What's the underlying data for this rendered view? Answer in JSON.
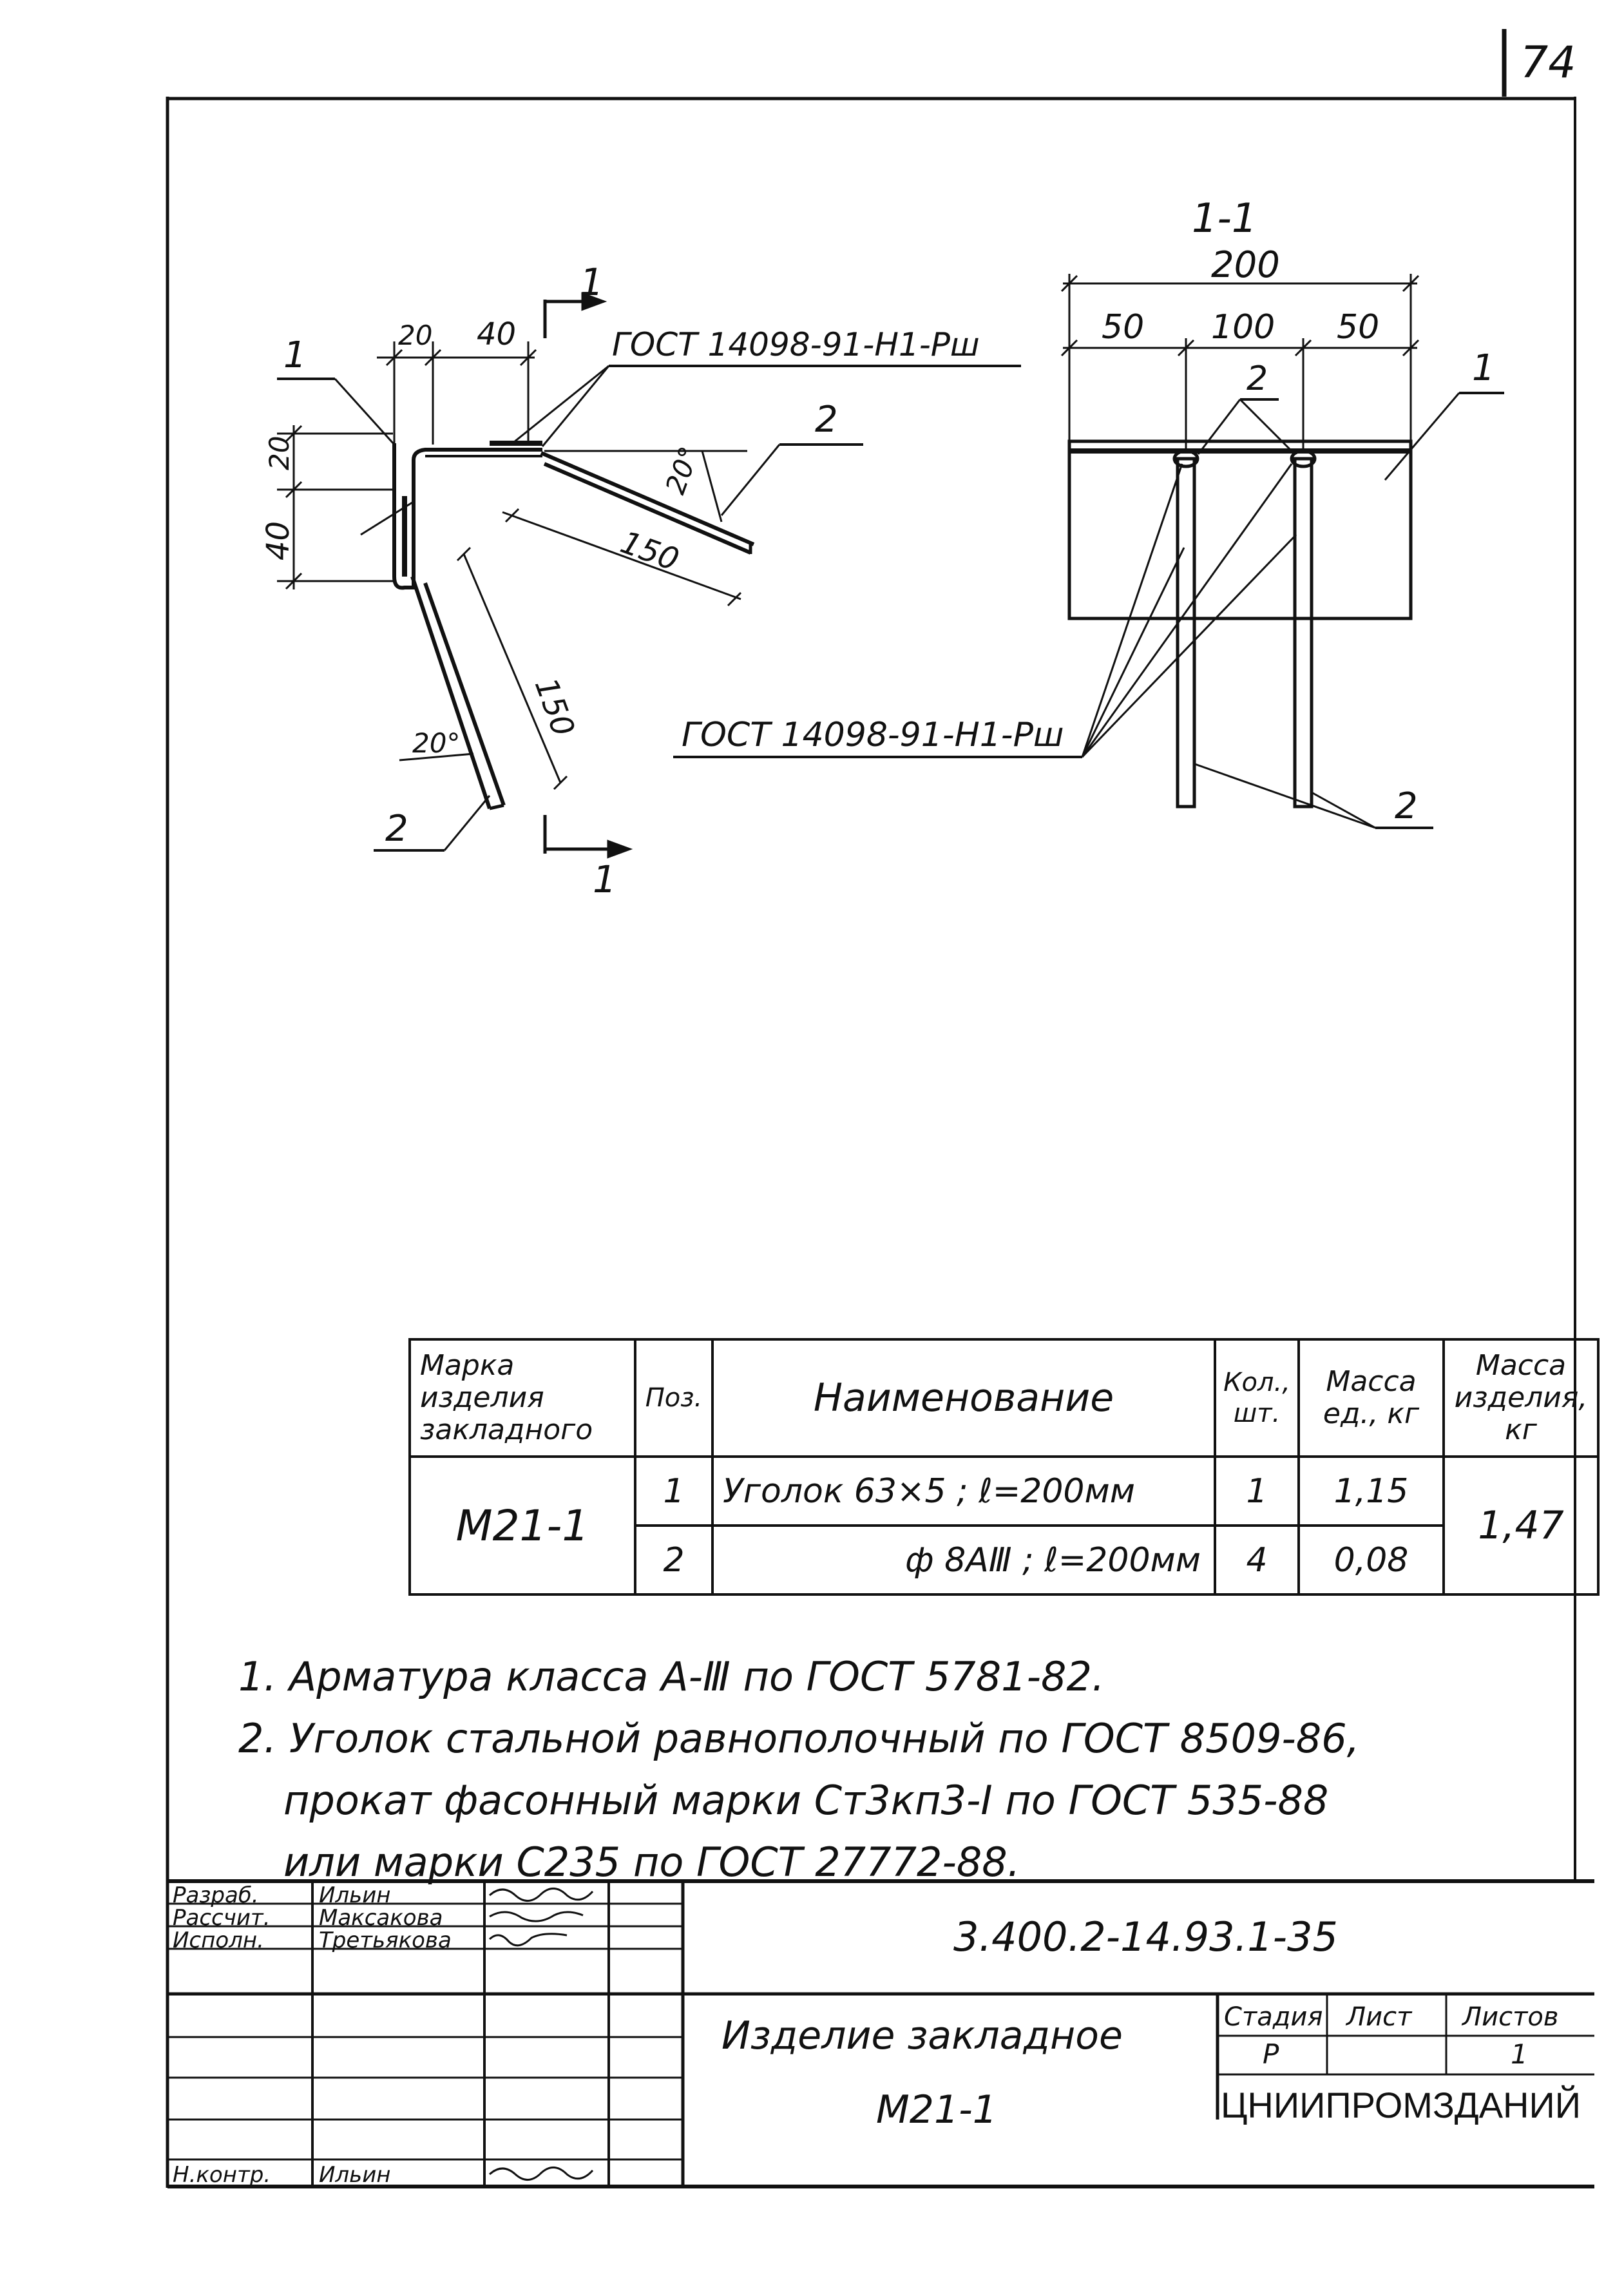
{
  "page": {
    "sheet_number": "74"
  },
  "drawing": {
    "left_view": {
      "section_marker": "1",
      "callout_top_left": "1",
      "callout_bar": "2",
      "callout_bottom": "2",
      "weld_note": "ГОСТ 14098-91-Н1-Рш",
      "dims": {
        "d20a": "20",
        "d40a": "40",
        "d20b": "20",
        "d40b": "40",
        "angle_top": "20°",
        "len_top": "150",
        "len_bottom": "150",
        "angle_bottom": "20°"
      }
    },
    "section_view": {
      "title": "1-1",
      "dims": {
        "total": "200",
        "left": "50",
        "mid": "100",
        "right": "50"
      },
      "callout_angle": "1",
      "callout_bars_top": "2",
      "callout_bars_bottom": "2",
      "weld_note": "ГОСТ 14098-91-Н1-Рш"
    }
  },
  "spec_table": {
    "headers": {
      "mark": "Марка изделия закладного",
      "pos": "Поз.",
      "name": "Наименование",
      "qty": "Кол., шт.",
      "unit_mass": "Масса ед., кг",
      "item_mass": "Масса изделия, кг"
    },
    "mark": "М21-1",
    "total_mass": "1,47",
    "rows": [
      {
        "pos": "1",
        "name": "Уголок 63×5 ; ℓ=200мм",
        "qty": "1",
        "unit_mass": "1,15"
      },
      {
        "pos": "2",
        "name": "ф 8АⅢ ; ℓ=200мм",
        "qty": "4",
        "unit_mass": "0,08"
      }
    ]
  },
  "notes": [
    "1. Арматура класса А-Ⅲ по ГОСТ 5781-82.",
    "2. Уголок стальной равнополочный по ГОСТ 8509-86,",
    "прокат фасонный марки Ст3кп3-I по ГОСТ 535-88",
    "или марки С235 по ГОСТ 27772-88."
  ],
  "title_block": {
    "doc_code": "3.400.2-14.93.1-35",
    "title_line1": "Изделие закладное",
    "title_line2": "М21-1",
    "stage_label": "Стадия",
    "sheet_label": "Лист",
    "sheets_label": "Листов",
    "stage": "Р",
    "sheets": "1",
    "organization": "ЦНИИПРОМЗДАНИЙ",
    "signatures": [
      {
        "role": "Разраб.",
        "name": "Ильин"
      },
      {
        "role": "Рассчит.",
        "name": "Максакова"
      },
      {
        "role": "Исполн.",
        "name": "Третьякова"
      },
      {
        "role": "Н.контр.",
        "name": "Ильин"
      }
    ]
  }
}
